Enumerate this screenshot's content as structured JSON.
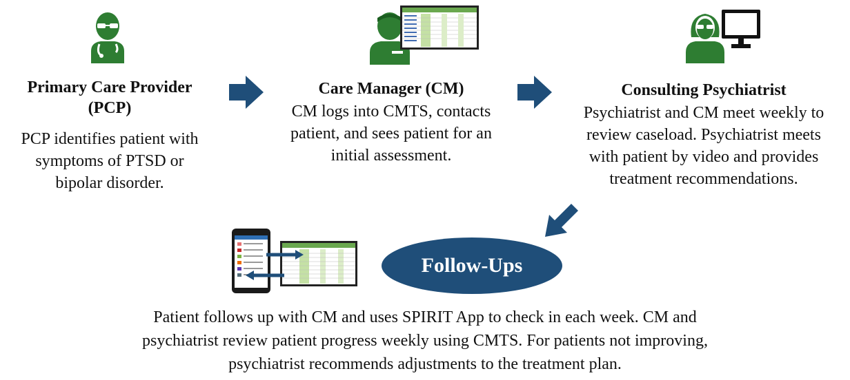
{
  "steps": {
    "pcp": {
      "title_line1": "Primary Care Provider",
      "title_line2": "(PCP)",
      "desc_lines": [
        "PCP identifies patient with",
        "symptoms of PTSD or",
        "bipolar disorder."
      ]
    },
    "cm": {
      "title": "Care Manager (CM)",
      "desc_lines": [
        "CM logs into CMTS, contacts",
        "patient, and sees patient for an",
        "initial assessment."
      ]
    },
    "psych": {
      "title": "Consulting Psychiatrist",
      "desc_lines": [
        "Psychiatrist and CM meet weekly to",
        "review caseload. Psychiatrist meets",
        "with patient by video and provides",
        "treatment recommendations."
      ]
    }
  },
  "followups": {
    "label": "Follow-Ups",
    "desc_lines": [
      "Patient follows up with CM and uses SPIRIT App to check in each week. CM and",
      "psychiatrist review patient progress weekly using CMTS. For patients not improving,",
      "psychiatrist recommends adjustments to the treatment plan."
    ]
  },
  "colors": {
    "person_green": "#2e7d32",
    "arrow_blue": "#1f4e79",
    "ellipse_blue": "#1f4e79",
    "screen_green": "#8bc34a"
  },
  "icons": [
    "doctor-icon",
    "care-manager-icon",
    "monitor-icon",
    "psychiatrist-icon",
    "phone-icon"
  ]
}
